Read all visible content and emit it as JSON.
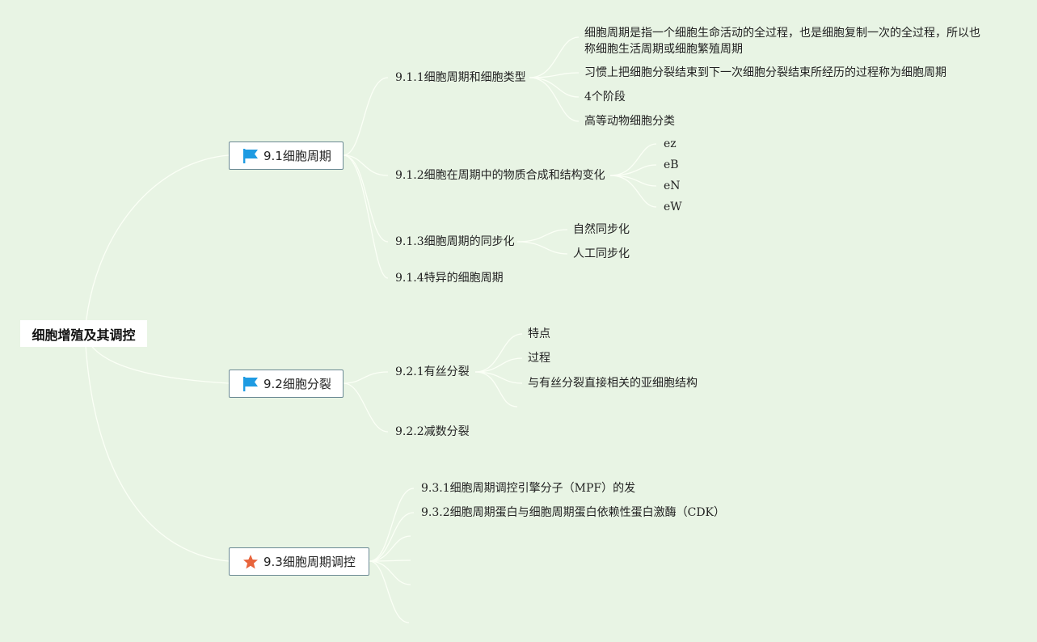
{
  "root": {
    "label": "细胞增殖及其调控"
  },
  "topics": [
    {
      "label": "9.1细胞周期",
      "icon": "flag-icon",
      "subtopics": [
        {
          "label": "9.1.1细胞周期和细胞类型",
          "children": [
            "细胞周期是指一个细胞生命活动的全过程，也是细胞复制一次的全过程，所以也称细胞生活周期或细胞繁殖周期",
            "习惯上把细胞分裂结束到下一次细胞分裂结束所经历的过程称为细胞周期",
            "4个阶段",
            "高等动物细胞分类"
          ]
        },
        {
          "label": "9.1.2细胞在周期中的物质合成和结构变化",
          "children": [
            "ez",
            "eB",
            "eN",
            "eW"
          ]
        },
        {
          "label": "9.1.3细胞周期的同步化",
          "children": [
            "自然同步化",
            "人工同步化"
          ]
        },
        {
          "label": "9.1.4特异的细胞周期",
          "children": []
        }
      ]
    },
    {
      "label": "9.2细胞分裂",
      "icon": "flag-icon",
      "subtopics": [
        {
          "label": "9.2.1有丝分裂",
          "children": [
            "特点",
            "过程",
            "与有丝分裂直接相关的亚细胞结构"
          ]
        },
        {
          "label": "9.2.2减数分裂",
          "children": []
        }
      ]
    },
    {
      "label": "9.3细胞周期调控",
      "icon": "star-icon",
      "subtopics": [
        {
          "label": "9.3.1细胞周期调控引擎分子（MPF）的发",
          "children": []
        },
        {
          "label": "9.3.2细胞周期蛋白与细胞周期蛋白依赖性蛋白激酶（CDK）",
          "children": []
        }
      ]
    }
  ],
  "colors": {
    "background": "#e8f4e4",
    "connector": "#fbfff6",
    "topic_border": "#6b8a94",
    "flag_icon": "#1e9be2",
    "star_icon": "#e8643c"
  }
}
